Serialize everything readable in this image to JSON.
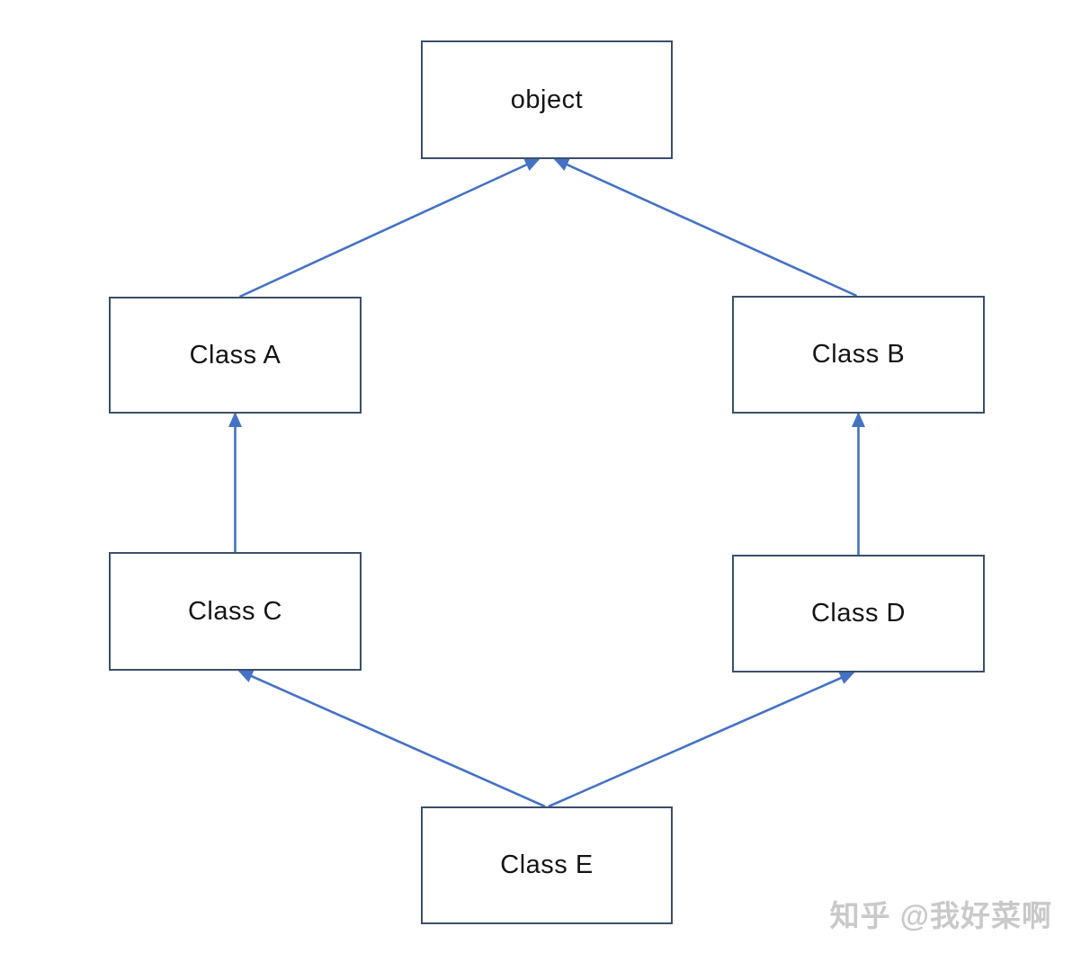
{
  "diagram": {
    "type": "inheritance-diagram",
    "nodes": [
      {
        "id": "object",
        "label": "object"
      },
      {
        "id": "class_a",
        "label": "Class A"
      },
      {
        "id": "class_b",
        "label": "Class B"
      },
      {
        "id": "class_c",
        "label": "Class C"
      },
      {
        "id": "class_d",
        "label": "Class D"
      },
      {
        "id": "class_e",
        "label": "Class E"
      }
    ],
    "edges": [
      {
        "from": "class_a",
        "to": "object"
      },
      {
        "from": "class_b",
        "to": "object"
      },
      {
        "from": "class_c",
        "to": "class_a"
      },
      {
        "from": "class_d",
        "to": "class_b"
      },
      {
        "from": "class_e",
        "to": "class_c"
      },
      {
        "from": "class_e",
        "to": "class_d"
      }
    ],
    "colors": {
      "box_border": "#3a4f6b",
      "arrow": "#4472c4",
      "text": "#141414",
      "watermark": "#c9c9c9",
      "background": "#ffffff"
    },
    "watermark": "知乎 @我好菜啊"
  }
}
